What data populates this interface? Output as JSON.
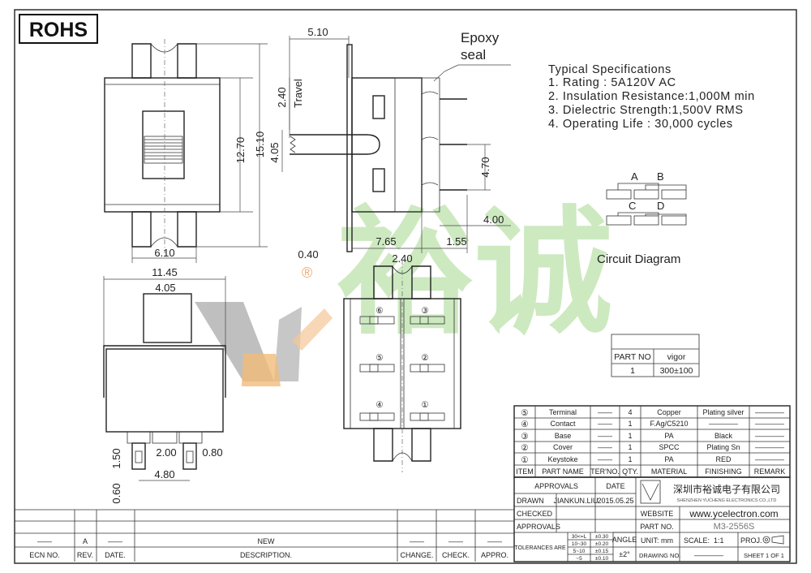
{
  "rohs": "ROHS",
  "dims": {
    "d510": "5.10",
    "epoxy_l1": "Epoxy",
    "epoxy_l2": "seal",
    "d240_travel": "2.40",
    "travel": "Travel",
    "d1270": "12.70",
    "d1510": "15.10",
    "d405_side": "4.05",
    "d470": "4.70",
    "d400": "4.00",
    "d610": "6.10",
    "d040": "0.40",
    "d765": "7.65",
    "d155": "1.55",
    "d1145": "11.45",
    "d240_bot": "2.40",
    "d405_front": "4.05",
    "d200": "2.00",
    "d080": "0.80",
    "d150": "1.50",
    "d480": "4.80",
    "d060": "0.60",
    "reg": "®"
  },
  "pins": [
    "⑥",
    "③",
    "⑤",
    "②",
    "④",
    "①"
  ],
  "specs": {
    "title": "Typical Specifications",
    "items": [
      "1. Rating : 5A120V AC",
      "2. Insulation Resistance:1,000M min",
      "3. Dielectric Strength:1,500V RMS",
      "4. Operating Life : 30,000 cycles"
    ]
  },
  "circuit": {
    "A": "A",
    "B": "B",
    "C": "C",
    "D": "D",
    "caption": "Circuit Diagram"
  },
  "part_table": {
    "headers": [
      "PART NO",
      "vigor"
    ],
    "row": [
      "1",
      "300±100"
    ]
  },
  "bom": {
    "rows": [
      {
        "no": "⑤",
        "name": "Terminal",
        "dash": "——",
        "qty": "4",
        "material": "Copper",
        "finish": "Plating silver",
        "remark": "————"
      },
      {
        "no": "④",
        "name": "Contact",
        "dash": "——",
        "qty": "1",
        "material": "F.Ag/C5210",
        "finish": "————",
        "remark": "————"
      },
      {
        "no": "③",
        "name": "Base",
        "dash": "——",
        "qty": "1",
        "material": "PA",
        "finish": "Black",
        "remark": "————"
      },
      {
        "no": "②",
        "name": "Cover",
        "dash": "——",
        "qty": "1",
        "material": "SPCC",
        "finish": "Plating Sn",
        "remark": "————"
      },
      {
        "no": "①",
        "name": "Keystoke",
        "dash": "——",
        "qty": "1",
        "material": "PA",
        "finish": "RED",
        "remark": "————"
      }
    ],
    "headers": [
      "ITEM",
      "PART NAME",
      "TER'NO.",
      "QTY.",
      "MATERIAL",
      "FINISHING",
      "REMARK"
    ]
  },
  "title_block": {
    "approvals": "APPROVALS",
    "date": "DATE",
    "drawn": "DRAWN",
    "drawn_by": "JIANKUN.LIU",
    "drawn_date": "2015.05.25",
    "checked": "CHECKED",
    "approvals2": "APPROVALS",
    "company_cn": "深圳市裕诚电子有限公司",
    "company_en": "SHENZHEN YUCHENG ELECTRONICS CO.,LTD",
    "website_label": "WEBSITE",
    "website": "www.ycelectron.com",
    "partno_label": "PART NO.",
    "partno": "M3-2556S",
    "tolerances_label": "TOLERANCES ARE",
    "tol_ranges": [
      "30<=L",
      "10~30",
      "5~10",
      "~5"
    ],
    "tol_values": [
      "±0.30",
      "±0.20",
      "±0.15",
      "±0.10"
    ],
    "angle_label": "ANGLE",
    "angle_value": "±2°",
    "unit": "UNIT: mm",
    "scale": "SCALE:",
    "scale_value": "1:1",
    "proj": "PROJ.",
    "drawing_no": "DRAWING NO.",
    "drawing_no_value": "————",
    "sheet": "SHEET  1 OF 1"
  },
  "revision": {
    "headers": [
      "ECN NO.",
      "REV.",
      "DATE.",
      "DESCRIPTION.",
      "CHANGE.",
      "CHECK.",
      "APPRO."
    ],
    "row": [
      "——",
      "A",
      "——",
      "NEW",
      "——",
      "——",
      "——"
    ]
  },
  "watermark": {
    "text": "裕诚"
  },
  "colors": {
    "watermark_green": "#bfe3ad",
    "watermark_orange": "#f0b46a",
    "watermark_grey": "#b9b9b9"
  }
}
